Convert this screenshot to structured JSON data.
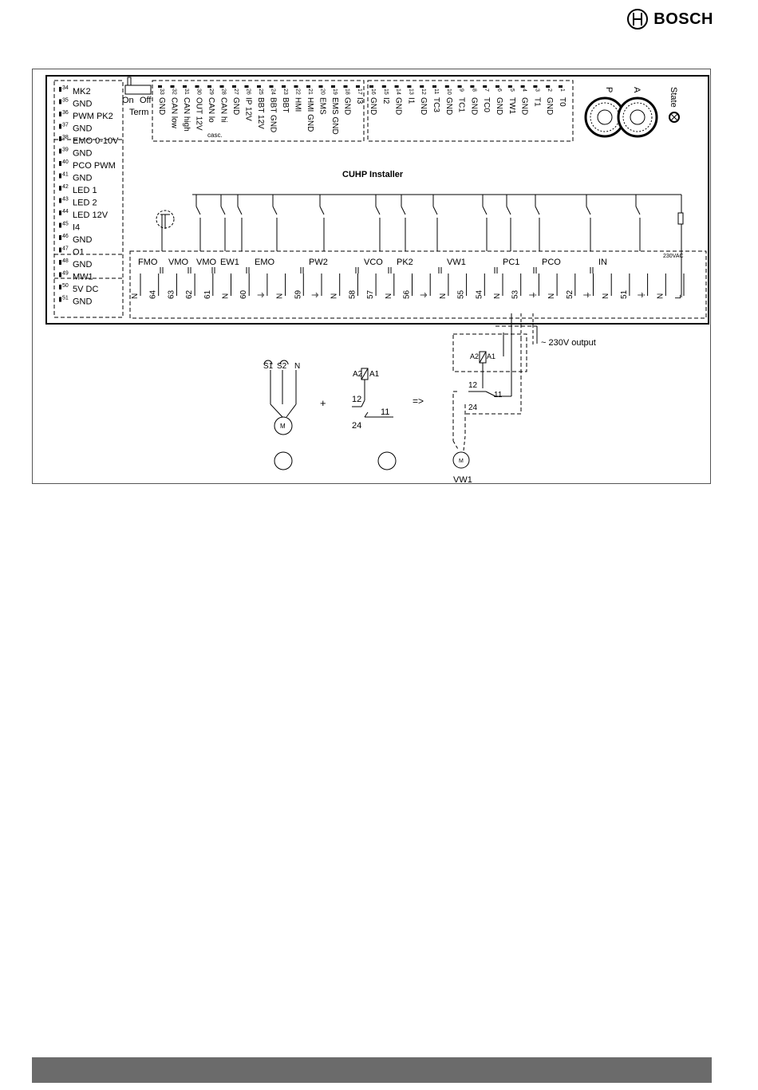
{
  "brand": {
    "name": "BOSCH",
    "logo_icon": "bosch-armature-icon"
  },
  "board_title": "CUHP Installer",
  "left_terminals": [
    {
      "num": "34",
      "label": "MK2"
    },
    {
      "num": "35",
      "label": "GND"
    },
    {
      "num": "36",
      "label": "PWM PK2"
    },
    {
      "num": "37",
      "label": "GND"
    },
    {
      "num": "38",
      "label": "EMO 0-10V"
    },
    {
      "num": "39",
      "label": "GND"
    },
    {
      "num": "40",
      "label": "PCO PWM"
    },
    {
      "num": "41",
      "label": "GND"
    },
    {
      "num": "42",
      "label": "LED 1"
    },
    {
      "num": "43",
      "label": "LED 2"
    },
    {
      "num": "44",
      "label": "LED 12V"
    },
    {
      "num": "45",
      "label": "I4"
    },
    {
      "num": "46",
      "label": "GND"
    },
    {
      "num": "47",
      "label": "O1"
    },
    {
      "num": "48",
      "label": "GND"
    },
    {
      "num": "49",
      "label": "MW1"
    },
    {
      "num": "50",
      "label": "5V DC"
    },
    {
      "num": "51",
      "label": "GND"
    }
  ],
  "term_switch": {
    "on": "On",
    "off": "Off",
    "label": "Term"
  },
  "top_terminals_left": [
    {
      "num": "33",
      "label": "GND"
    },
    {
      "num": "32",
      "label": "CAN low"
    },
    {
      "num": "31",
      "label": "CAN high"
    },
    {
      "num": "30",
      "label": "OUT 12V"
    },
    {
      "num": "29",
      "label": "CAN lo"
    },
    {
      "num": "28",
      "label": "CAN hi"
    },
    {
      "num": "27",
      "label": "GND"
    },
    {
      "num": "26",
      "label": "IP 12V"
    },
    {
      "num": "25",
      "label": "BBT 12V"
    },
    {
      "num": "24",
      "label": "BBT GND"
    },
    {
      "num": "23",
      "label": "BBT"
    },
    {
      "num": "22",
      "label": "HMI"
    },
    {
      "num": "21",
      "label": "HMI GND"
    },
    {
      "num": "20",
      "label": "EMS"
    },
    {
      "num": "19",
      "label": "EMS GND"
    },
    {
      "num": "18",
      "label": "GND"
    },
    {
      "num": "17",
      "label": "I3"
    }
  ],
  "casc_note": "casc.",
  "top_terminals_right": [
    {
      "num": "16",
      "label": "GND"
    },
    {
      "num": "15",
      "label": "I2"
    },
    {
      "num": "14",
      "label": "GND"
    },
    {
      "num": "13",
      "label": "I1"
    },
    {
      "num": "12",
      "label": "GND"
    },
    {
      "num": "11",
      "label": "TC3"
    },
    {
      "num": "10",
      "label": "GND"
    },
    {
      "num": "9",
      "label": "TC1"
    },
    {
      "num": "8",
      "label": "GND"
    },
    {
      "num": "7",
      "label": "TC0"
    },
    {
      "num": "6",
      "label": "GND"
    },
    {
      "num": "5",
      "label": "TW1"
    },
    {
      "num": "4",
      "label": "GND"
    },
    {
      "num": "3",
      "label": "T1"
    },
    {
      "num": "2",
      "label": "GND"
    },
    {
      "num": "1",
      "label": "T0"
    }
  ],
  "rotary_switches": {
    "p_label": "P",
    "a_label": "A",
    "state_label": "State"
  },
  "output_blocks": [
    {
      "label": "FMO"
    },
    {
      "label": "VMO"
    },
    {
      "label": "VMO"
    },
    {
      "label": "EW1"
    },
    {
      "label": "EMO"
    },
    {
      "label": "PW2"
    },
    {
      "label": "VCO"
    },
    {
      "label": "PK2"
    },
    {
      "label": "VW1"
    },
    {
      "label": "PC1"
    },
    {
      "label": "PCO"
    },
    {
      "label": "IN"
    }
  ],
  "supply_label": "230VAC",
  "bottom_terminals": [
    "N",
    "64",
    "63",
    "62",
    "61",
    "N",
    "60",
    "⏚",
    "N",
    "59",
    "⏚",
    "N",
    "58",
    "57",
    "N",
    "56",
    "⏚",
    "N",
    "55",
    "54",
    "N",
    "53",
    "⏚",
    "N",
    "52",
    "⏚",
    "N",
    "51",
    "⏚",
    "N",
    "L"
  ],
  "output_note": "~ 230V output",
  "motor_labels": {
    "s1": "S1",
    "s2": "S2",
    "n": "N",
    "m": "M"
  },
  "relay_labels": {
    "a2": "A2",
    "a1": "A1",
    "c12": "12",
    "c11": "11",
    "c24": "24"
  },
  "operators": {
    "plus": "+",
    "implies": "=>"
  },
  "result_motor_label": "VW1"
}
